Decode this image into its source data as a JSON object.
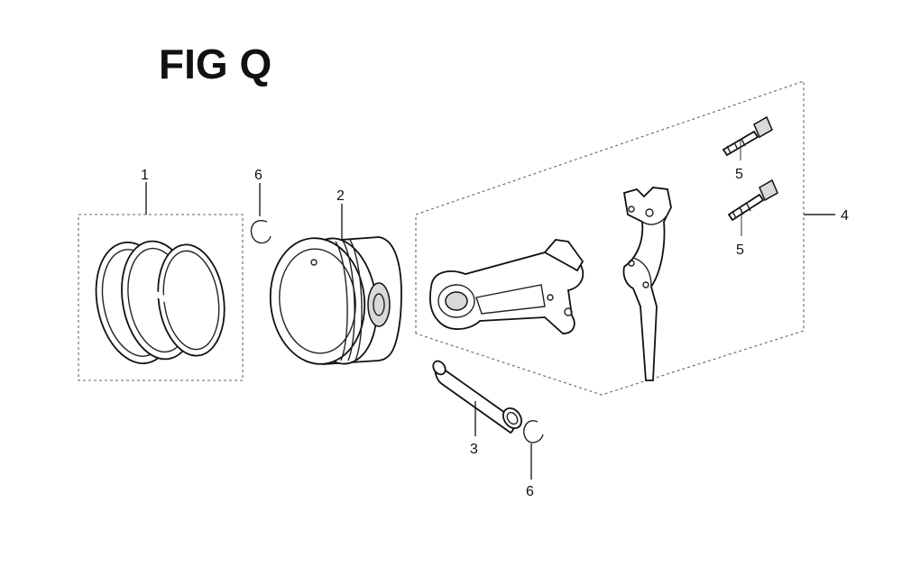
{
  "title": "FIG Q",
  "colors": {
    "line": "#111111",
    "background": "#ffffff"
  },
  "callouts": {
    "piston_rings": "1",
    "piston": "2",
    "piston_pin": "3",
    "connecting_rod_assembly": "4",
    "rod_bolt_upper": "5",
    "rod_bolt_lower": "5",
    "circlip_upper": "6",
    "circlip_lower": "6"
  }
}
